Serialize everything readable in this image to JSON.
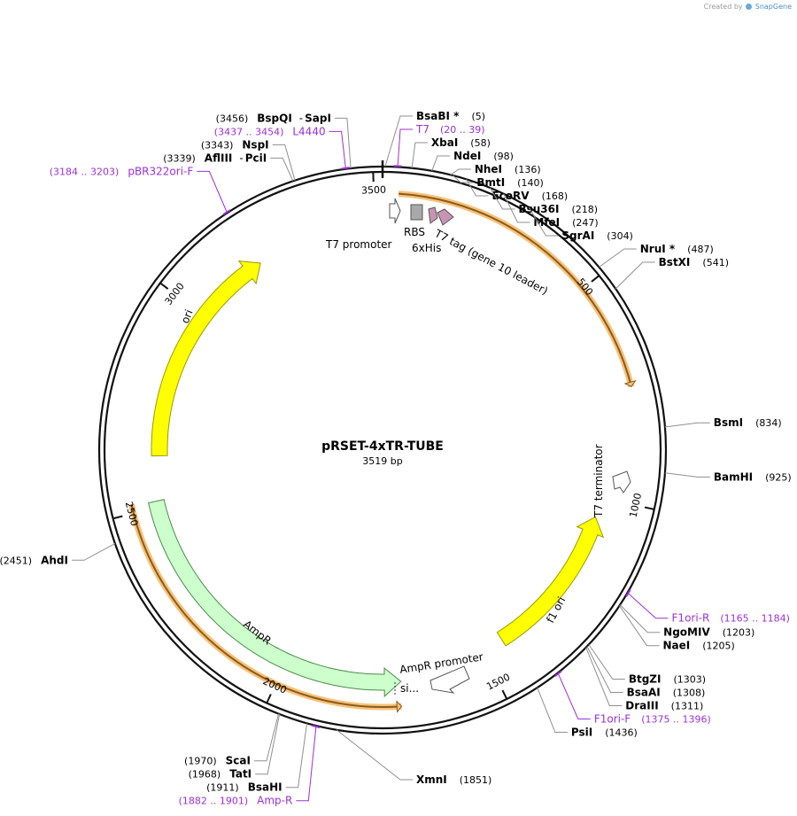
{
  "app": {
    "brand_prefix": "Created by",
    "brand_name": "SnapGene"
  },
  "plasmid": {
    "name": "pRSET-4xTR-TUBE",
    "size_text": "3519 bp",
    "length": 3519
  },
  "colors": {
    "backbone": "#111111",
    "yellow": "#ffff00",
    "yellow_edge": "#9a9a00",
    "green": "#ccffcc",
    "green_edge": "#4a8a4a",
    "orange": "#f7c27a",
    "orange_core": "#8a5a1a",
    "purple": "#9b30d9",
    "mauve": "#c994b3",
    "grey": "#8f8f8f"
  },
  "ticks": [
    {
      "pos": 3500,
      "label": "3500"
    },
    {
      "pos": 500,
      "label": "500"
    },
    {
      "pos": 1000,
      "label": "1000"
    },
    {
      "pos": 1500,
      "label": "1500"
    },
    {
      "pos": 2000,
      "label": "2000"
    },
    {
      "pos": 2500,
      "label": "2500"
    },
    {
      "pos": 3000,
      "label": "3000"
    }
  ],
  "features": [
    {
      "id": "ori",
      "label": "ori",
      "kind": "yellow",
      "start": 2625,
      "end": 3195,
      "dir": 1
    },
    {
      "id": "f1ori",
      "label": "f1 ori",
      "kind": "yellow",
      "start": 1050,
      "end": 1445,
      "dir": -1
    },
    {
      "id": "ampr",
      "label": "AmpR",
      "kind": "green",
      "start": 1715,
      "end": 2515,
      "dir": -1
    },
    {
      "id": "orf-top",
      "kind": "orf",
      "start": 35,
      "end": 740,
      "dir": 1
    },
    {
      "id": "orf-bottom",
      "kind": "orf",
      "start": 1718,
      "end": 2520,
      "dir": -1
    }
  ],
  "small_features": {
    "t7_promoter": "T7 promoter",
    "rbs": "RBS",
    "his": "6xHis",
    "t7_tag": "T7 tag (gene 10 leader)",
    "t7_terminator": "T7 terminator",
    "ampr_promoter": "AmpR promoter",
    "signal": "si..."
  },
  "sites": [
    {
      "name": "BsaBI *",
      "num": "(5)",
      "pos": 5,
      "side": "R"
    },
    {
      "name": "XbaI",
      "num": "(58)",
      "pos": 58,
      "side": "R"
    },
    {
      "name": "NdeI",
      "num": "(98)",
      "pos": 98,
      "side": "R"
    },
    {
      "name": "NheI",
      "num": "(136)",
      "pos": 136,
      "side": "R"
    },
    {
      "name": "BmtI",
      "num": "(140)",
      "pos": 140,
      "side": "R"
    },
    {
      "name": "EcoRV",
      "num": "(168)",
      "pos": 168,
      "side": "R"
    },
    {
      "name": "Bsu36I",
      "num": "(218)",
      "pos": 218,
      "side": "R"
    },
    {
      "name": "MfeI",
      "num": "(247)",
      "pos": 247,
      "side": "R"
    },
    {
      "name": "SgrAI",
      "num": "(304)",
      "pos": 304,
      "side": "R"
    },
    {
      "name": "NruI *",
      "num": "(487)",
      "pos": 487,
      "side": "R"
    },
    {
      "name": "BstXI",
      "num": "(541)",
      "pos": 541,
      "side": "R"
    },
    {
      "name": "BsmI",
      "num": "(834)",
      "pos": 834,
      "side": "R"
    },
    {
      "name": "BamHI",
      "num": "(925)",
      "pos": 925,
      "side": "R"
    },
    {
      "name": "NgoMIV",
      "num": "(1203)",
      "pos": 1203,
      "side": "R"
    },
    {
      "name": "NaeI",
      "num": "(1205)",
      "pos": 1205,
      "side": "R"
    },
    {
      "name": "BtgZI",
      "num": "(1303)",
      "pos": 1303,
      "side": "R"
    },
    {
      "name": "BsaAI",
      "num": "(1308)",
      "pos": 1308,
      "side": "R"
    },
    {
      "name": "DraIII",
      "num": "(1311)",
      "pos": 1311,
      "side": "R"
    },
    {
      "name": "PsiI",
      "num": "(1436)",
      "pos": 1436,
      "side": "R"
    },
    {
      "name": "XmnI",
      "num": "(1851)",
      "pos": 1851,
      "side": "R"
    },
    {
      "name": "BsaHI",
      "num": "(1911)",
      "pos": 1911,
      "side": "L"
    },
    {
      "name": "TatI",
      "num": "(1968)",
      "pos": 1968,
      "side": "L"
    },
    {
      "name": "ScaI",
      "num": "(1970)",
      "pos": 1970,
      "side": "L"
    },
    {
      "name": "AhdI",
      "num": "(2451)",
      "pos": 2451,
      "side": "L"
    },
    {
      "name": "AflIII",
      "name2": "PciI",
      "num": "(3339)",
      "pos": 3339,
      "side": "L"
    },
    {
      "name": "NspI",
      "num": "(3343)",
      "pos": 3343,
      "side": "L"
    },
    {
      "name": "BspQI",
      "name2": "SapI",
      "num": "(3456)",
      "pos": 3456,
      "side": "L"
    }
  ],
  "primers": [
    {
      "name": "T7",
      "range": "(20 .. 39)",
      "pos": 30,
      "side": "R"
    },
    {
      "name": "F1ori-R",
      "range": "(1165 .. 1184)",
      "pos": 1175,
      "side": "R"
    },
    {
      "name": "F1ori-F",
      "range": "(1375 .. 1396)",
      "pos": 1386,
      "side": "R"
    },
    {
      "name": "Amp-R",
      "range": "(1882 .. 1901)",
      "pos": 1892,
      "side": "L"
    },
    {
      "name": "pBR322ori-F",
      "range": "(3184 .. 3203)",
      "pos": 3194,
      "side": "L"
    },
    {
      "name": "L4440",
      "range": "(3437 .. 3454)",
      "pos": 3446,
      "side": "L"
    }
  ]
}
